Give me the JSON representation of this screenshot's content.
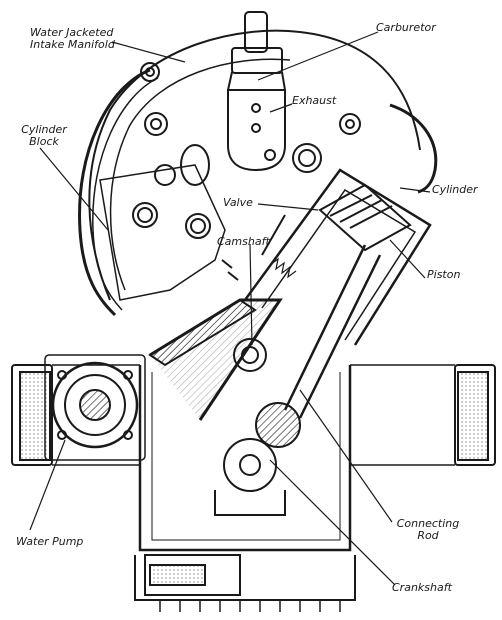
{
  "labels": {
    "water_jacketed_intake_manifold": [
      "Water Jacketed",
      "Intake Manifold"
    ],
    "carburetor": "Carburetor",
    "exhaust": "Exhaust",
    "cylinder_block": [
      "Cylinder",
      "Block"
    ],
    "cylinder": "Cylinder",
    "valve": "Valve",
    "camshaft": "Camshaft",
    "piston": "Piston",
    "water_pump": "Water  Pump",
    "connecting_rod": [
      "Connecting",
      "Rod"
    ],
    "crankshaft": "Crankshaft"
  },
  "colors": {
    "ink": "#1a1a1a",
    "paper": "#ffffff",
    "shade": "#cfcfcf"
  }
}
